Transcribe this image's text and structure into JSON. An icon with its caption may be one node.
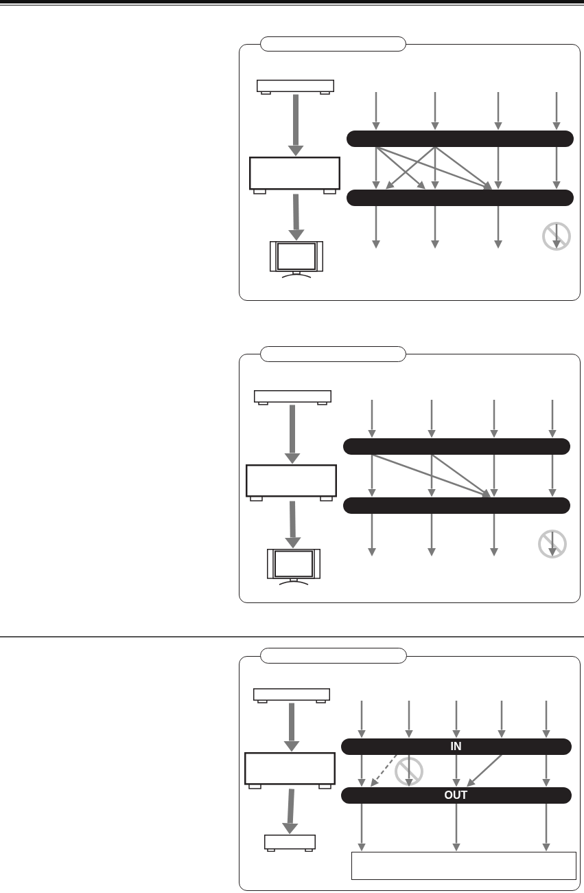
{
  "diagram": {
    "nodes": [
      {
        "text": [],
        "shape": "box"
      },
      {
        "text": [],
        "shape": "box"
      },
      {
        "text": [],
        "shape": "box",
        "in": 0
      },
      {
        "text": [],
        "shape": "bar",
        "in": 0
      },
      {
        "text": [],
        "shape": "box",
        "in": 0
      },
      {
        "text": [],
        "shape": "bar",
        "in": 0
      },
      {
        "text": [],
        "shape": "picture",
        "in": 0
      },
      {
        "text": [],
        "shape": "box"
      },
      {
        "text": [],
        "shape": "box"
      },
      {
        "text": [],
        "shape": "box",
        "in": 7
      },
      {
        "text": [],
        "shape": "bar",
        "in": 7
      },
      {
        "text": [],
        "shape": "box",
        "in": 7
      },
      {
        "text": [],
        "shape": "bar",
        "in": 7
      },
      {
        "text": [],
        "shape": "picture",
        "in": 7
      },
      {
        "text": [],
        "shape": "box"
      },
      {
        "text": [],
        "shape": "box"
      },
      {
        "text": [],
        "shape": "box",
        "in": 14
      },
      {
        "text": [
          "IN"
        ],
        "in": 14
      },
      {
        "text": [],
        "shape": "box",
        "in": 14
      },
      {
        "text": [
          "OUT"
        ],
        "in": 14
      },
      {
        "text": [],
        "shape": "box",
        "in": 14
      },
      {
        "text": [],
        "shape": "box",
        "in": 14
      }
    ],
    "edges": [
      {
        "from": 2,
        "to": 4,
        "arrow": "to",
        "style": "thick"
      },
      {
        "from": 4,
        "to": 6,
        "arrow": "to",
        "style": "thick"
      },
      {
        "from": null,
        "to": 3,
        "arrow": "to"
      },
      {
        "from": null,
        "to": 3,
        "arrow": "to"
      },
      {
        "from": null,
        "to": 3,
        "arrow": "to"
      },
      {
        "from": null,
        "to": 3,
        "arrow": "to"
      },
      {
        "from": 3,
        "to": 5,
        "arrow": "to"
      },
      {
        "from": 3,
        "to": 5,
        "arrow": "to"
      },
      {
        "from": 3,
        "to": 5,
        "arrow": "to"
      },
      {
        "from": 3,
        "to": 5,
        "arrow": "to"
      },
      {
        "from": 3,
        "to": 5,
        "arrow": "to"
      },
      {
        "from": 3,
        "to": 5,
        "arrow": "to"
      },
      {
        "from": 3,
        "to": 5,
        "arrow": "to"
      },
      {
        "from": 3,
        "to": 5,
        "arrow": "to"
      },
      {
        "from": 5,
        "to": null,
        "arrow": "to"
      },
      {
        "from": 5,
        "to": null,
        "arrow": "to"
      },
      {
        "from": 5,
        "to": null,
        "arrow": "to"
      },
      {
        "from": 9,
        "to": 11,
        "arrow": "to",
        "style": "thick"
      },
      {
        "from": 11,
        "to": 13,
        "arrow": "to",
        "style": "thick"
      },
      {
        "from": null,
        "to": 10,
        "arrow": "to"
      },
      {
        "from": null,
        "to": 10,
        "arrow": "to"
      },
      {
        "from": null,
        "to": 10,
        "arrow": "to"
      },
      {
        "from": null,
        "to": 10,
        "arrow": "to"
      },
      {
        "from": 10,
        "to": 12,
        "arrow": "to"
      },
      {
        "from": 10,
        "to": 12,
        "arrow": "to"
      },
      {
        "from": 10,
        "to": 12,
        "arrow": "to"
      },
      {
        "from": 10,
        "to": 12,
        "arrow": "to"
      },
      {
        "from": 10,
        "to": 12,
        "arrow": "to"
      },
      {
        "from": 10,
        "to": 12,
        "arrow": "to"
      },
      {
        "from": 12,
        "to": null,
        "arrow": "to"
      },
      {
        "from": 12,
        "to": null,
        "arrow": "to"
      },
      {
        "from": 12,
        "to": null,
        "arrow": "to"
      },
      {
        "from": 16,
        "to": 18,
        "arrow": "to",
        "style": "thick"
      },
      {
        "from": 18,
        "to": 20,
        "arrow": "to",
        "style": "thick"
      },
      {
        "from": null,
        "to": 17,
        "arrow": "to"
      },
      {
        "from": null,
        "to": 17,
        "arrow": "to"
      },
      {
        "from": null,
        "to": 17,
        "arrow": "to"
      },
      {
        "from": null,
        "to": 17,
        "arrow": "to"
      },
      {
        "from": null,
        "to": 17,
        "arrow": "to"
      },
      {
        "from": 17,
        "to": 19,
        "arrow": "to"
      },
      {
        "from": 17,
        "to": 19,
        "arrow": "to"
      },
      {
        "from": 17,
        "to": 19,
        "arrow": "to"
      },
      {
        "from": 17,
        "to": 19,
        "arrow": "to"
      },
      {
        "from": 17,
        "to": 19,
        "arrow": "to"
      },
      {
        "from": 17,
        "to": 19,
        "arrow": "to",
        "style": "dashed"
      },
      {
        "from": 19,
        "to": 21,
        "arrow": "to"
      },
      {
        "from": 19,
        "to": 21,
        "arrow": "to"
      },
      {
        "from": 19,
        "to": 21,
        "arrow": "to"
      }
    ]
  }
}
